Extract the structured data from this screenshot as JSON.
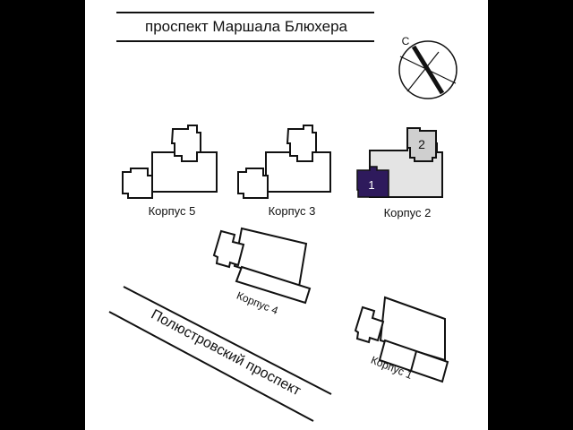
{
  "streets": {
    "top": "проспект Маршала Блюхера",
    "diagonal": "Полюстровский проспект"
  },
  "compass": {
    "north_label": "С"
  },
  "buildings": {
    "korpus5": "Корпус 5",
    "korpus3": "Корпус 3",
    "korpus2": "Корпус 2",
    "korpus4": "Корпус 4",
    "korpus1": "Корпус 1"
  },
  "sections": {
    "section1": "1",
    "section2": "2"
  },
  "colors": {
    "selected_section": "#2e1a5c",
    "korpus2_fill": "#e4e4e4",
    "section2_fill": "#cfcfcf"
  }
}
